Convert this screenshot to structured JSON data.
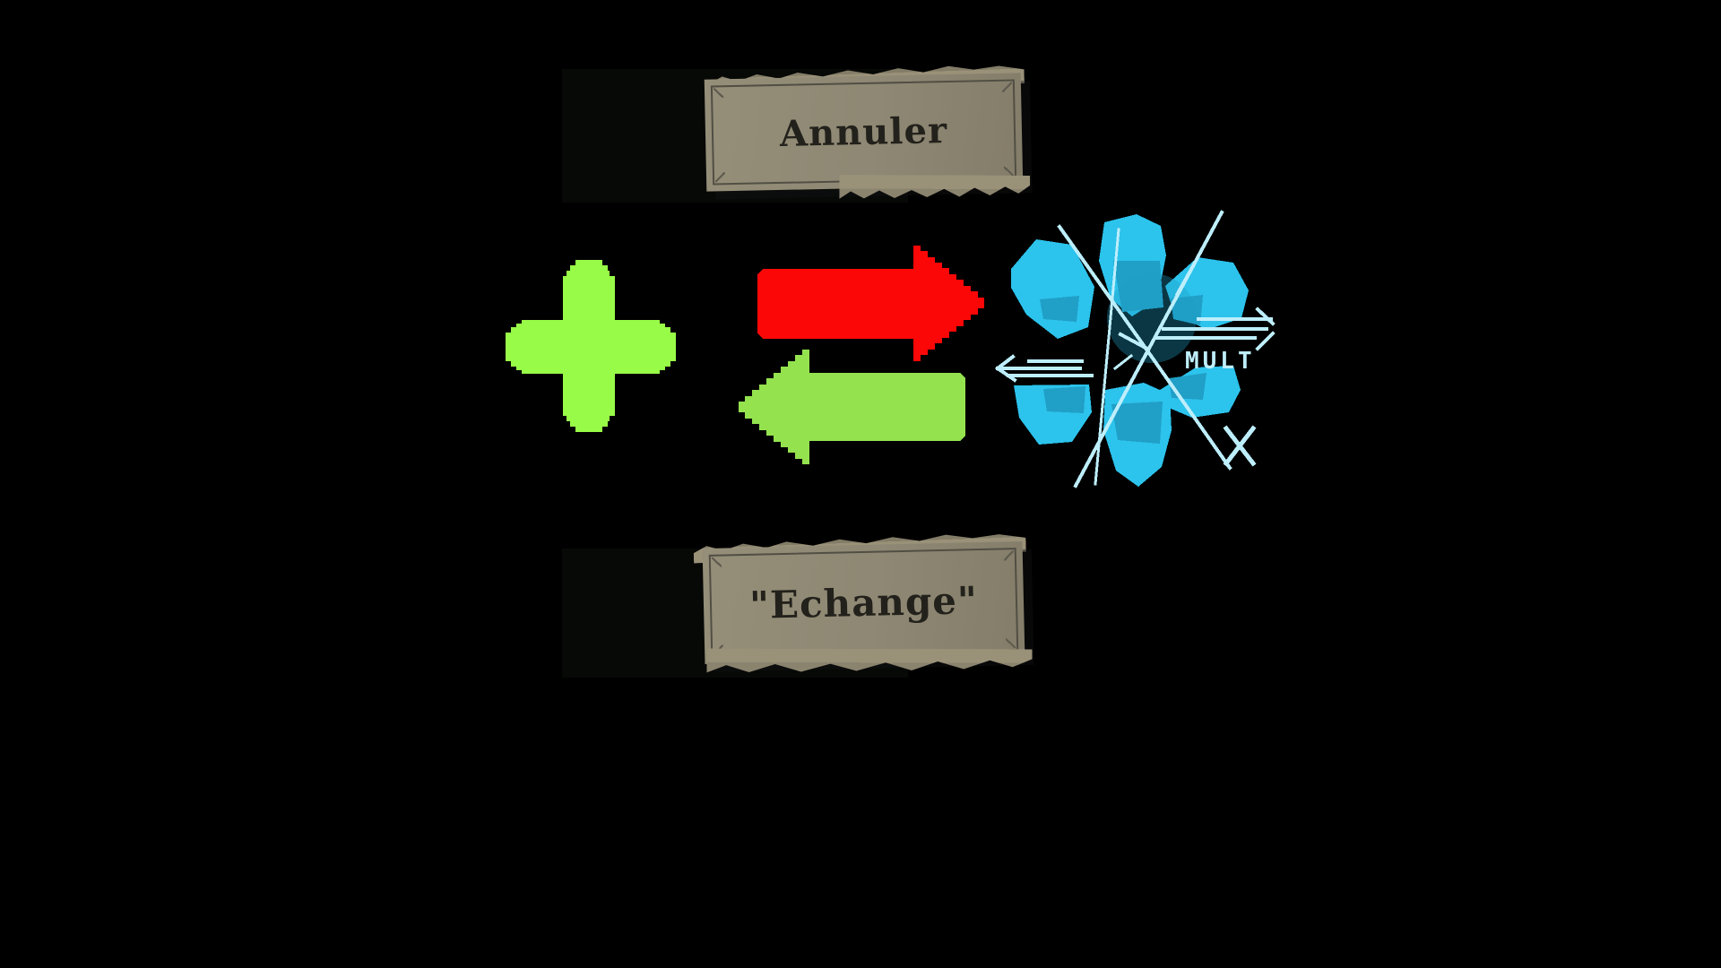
{
  "screen": {
    "background": "#000000"
  },
  "banners": {
    "top": {
      "label": "Annuler"
    },
    "bottom": {
      "label": "\"Echange\""
    },
    "style": {
      "plate_color": "#8e8874",
      "torn_edge_color": "#9a9179",
      "border_color": "#514e44",
      "text_color": "#23211b"
    }
  },
  "diagram": {
    "plus": {
      "icon": "plus-icon",
      "color": "#98fb47"
    },
    "swap_arrows": {
      "right": {
        "icon": "arrow-right-icon",
        "color": "#fb0707"
      },
      "left": {
        "icon": "arrow-left-icon",
        "color": "#93e24e"
      }
    },
    "pinwheel": {
      "icon": "pinwheel-icon",
      "petal_color": "#2cc3ec",
      "petal_shade_color": "#209fc7",
      "sketch_color": "#bdeefb",
      "mult_label": "MULT"
    }
  }
}
